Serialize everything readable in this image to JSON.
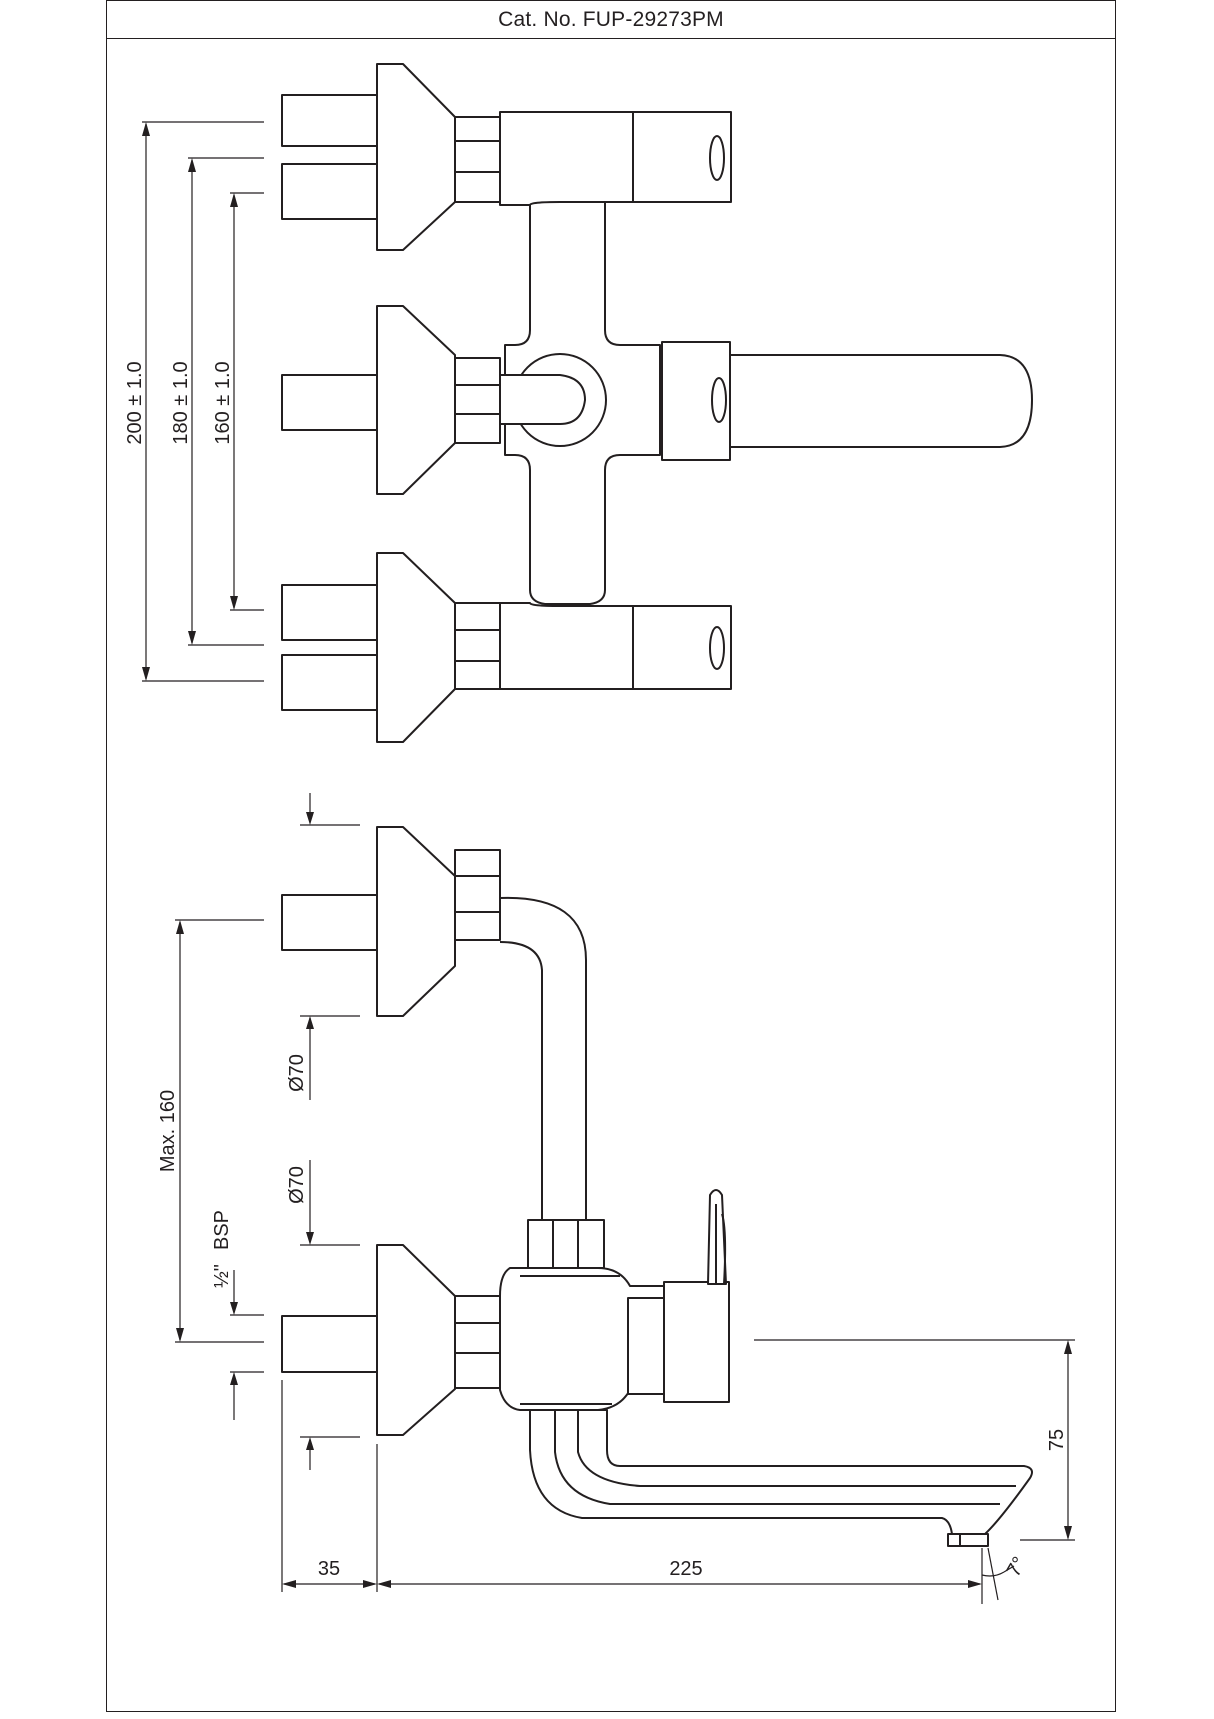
{
  "header": {
    "catalog_label": "Cat. No. FUP-29273PM"
  },
  "dimensions": {
    "plan_view": {
      "outer_spacing": "200 ± 1.0",
      "middle_spacing": "180 ± 1.0",
      "inner_spacing": "160 ± 1.0"
    },
    "side_view": {
      "max_height": "Max. 160",
      "thread_label": "BSP",
      "thread_size_fraction": "½\"",
      "flange_diameter_upper": "Ø70",
      "flange_diameter_lower": "Ø70",
      "spout_height": "75",
      "wall_offset": "35",
      "spout_projection": "225",
      "spout_angle": "7°"
    }
  }
}
